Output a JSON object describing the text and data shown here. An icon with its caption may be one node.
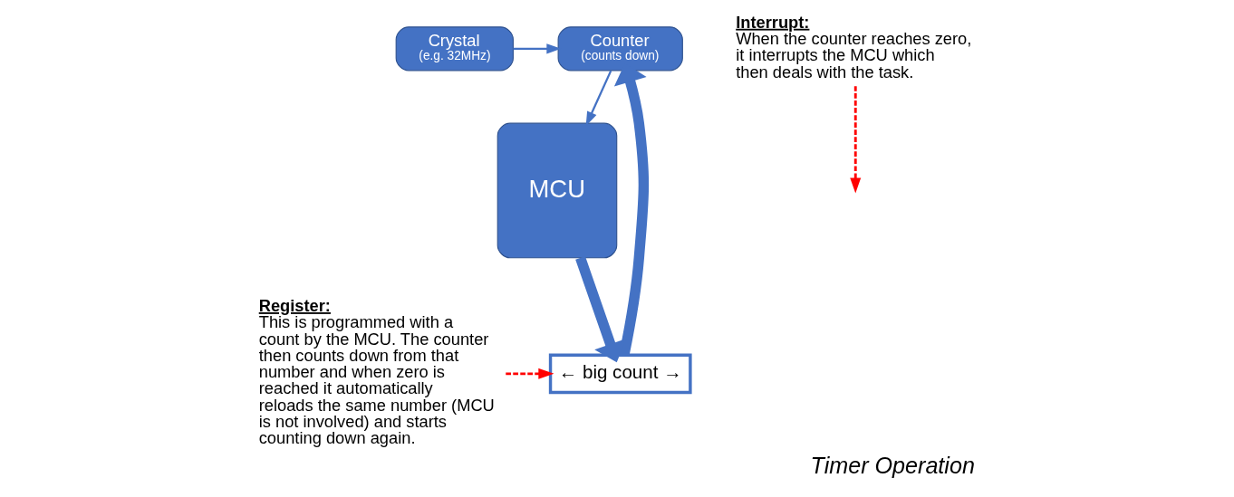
{
  "diagram": {
    "caption": "Timer Operation",
    "nodes": [
      {
        "text": [
          "Crystal",
          "(e.g. 32MHz)"
        ]
      },
      {
        "text": [
          "Counter",
          "(counts down)"
        ]
      },
      {
        "text": [
          "← big count →"
        ]
      },
      {
        "text": [
          "MCU"
        ]
      },
      {
        "text": [
          "Register:",
          "This is programmed with a count by the MCU. The counter then counts down from that number and when zero is reached it automatically reloads the same number (MCU is not involved) and starts counting down again."
        ]
      },
      {
        "text": [
          "Interrupt:",
          "When the counter reaches zero, it interrupts the MCU which then deals with the task."
        ]
      }
    ],
    "edges": [
      {
        "from": 0,
        "to": 1,
        "arrow": "to"
      },
      {
        "from": 2,
        "to": 1,
        "arrow": "to",
        "style": "thick"
      },
      {
        "from": 3,
        "to": 2,
        "arrow": "to",
        "style": "thick"
      },
      {
        "from": 1,
        "to": 3,
        "arrow": "to"
      },
      {
        "from": 4,
        "to": 2,
        "arrow": "to",
        "style": "dashed",
        "color": "#ff0000"
      },
      {
        "from": 5,
        "to": null,
        "arrow": "to",
        "style": "dashed",
        "color": "#ff0000"
      }
    ]
  }
}
